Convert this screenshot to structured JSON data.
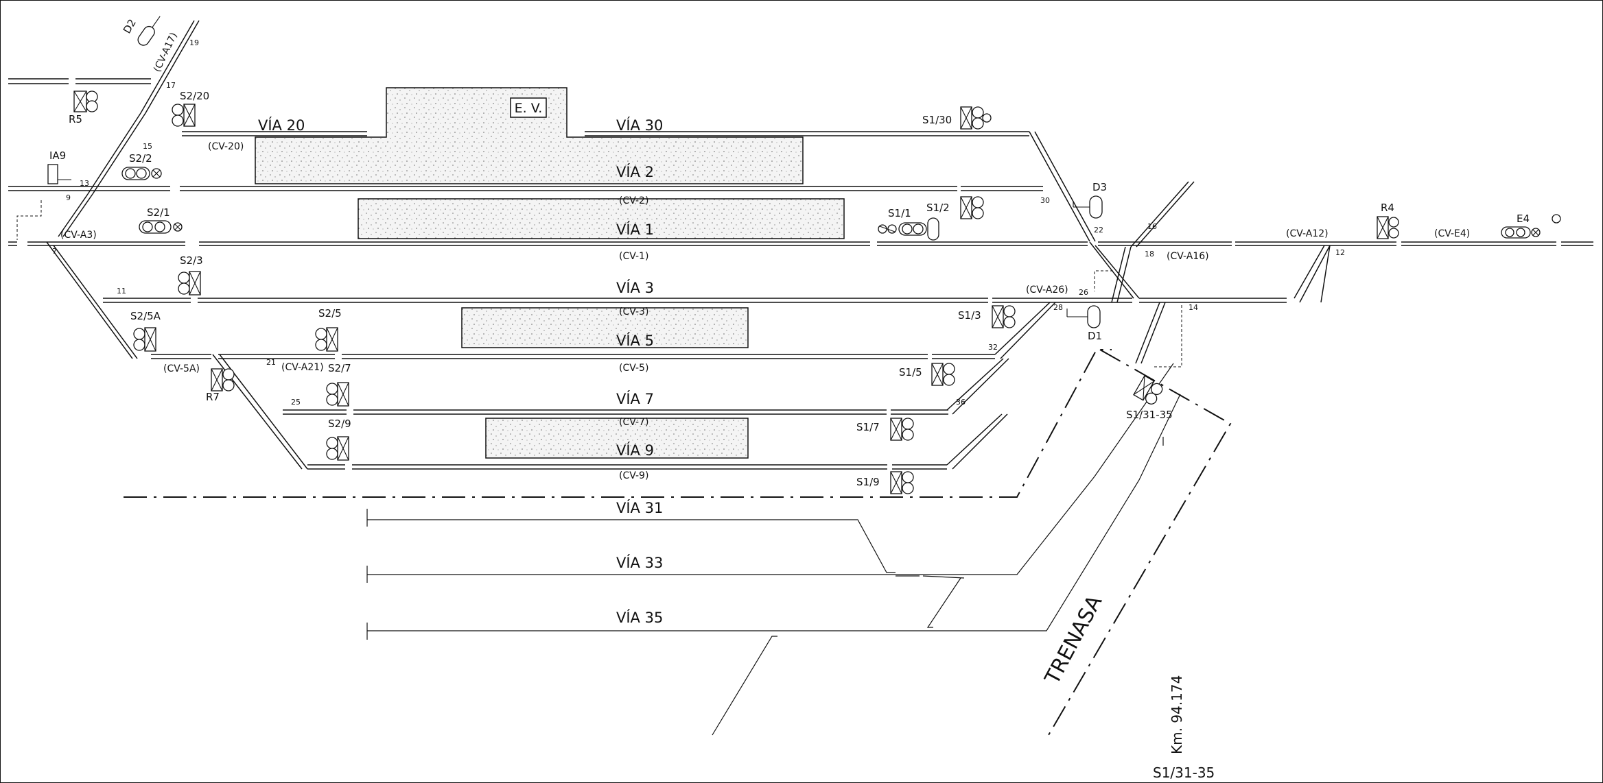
{
  "diagram": {
    "ev_label": "E. V.",
    "vias": {
      "via20": "VÍA 20",
      "via30": "VÍA 30",
      "via2": "VÍA 2",
      "via1": "VÍA 1",
      "via3": "VÍA 3",
      "via5": "VÍA 5",
      "via7": "VÍA 7",
      "via9": "VÍA 9",
      "via31": "VÍA 31",
      "via33": "VÍA 33",
      "via35": "VÍA 35"
    },
    "circuits": {
      "cv20": "(CV-20)",
      "cv2": "(CV-2)",
      "cv1": "(CV-1)",
      "cva3": "(CV-A3)",
      "cv3": "(CV-3)",
      "cv5": "(CV-5)",
      "cv5a": "(CV-5A)",
      "cva21": "(CV-A21)",
      "cv7": "(CV-7)",
      "cv9": "(CV-9)",
      "cva17": "(CV-A17)",
      "cva16": "(CV-A16)",
      "cva12": "(CV-A12)",
      "cve4": "(CV-E4)",
      "cva26": "(CV-A26)"
    },
    "signals": {
      "d2": "D2",
      "r5": "R5",
      "s2_20": "S2/20",
      "s2_2": "S2/2",
      "ia9": "IA9",
      "s2_1": "S2/1",
      "s2_3": "S2/3",
      "s2_5a": "S2/5A",
      "r7": "R7",
      "s2_5": "S2/5",
      "s2_7": "S2/7",
      "s2_9": "S2/9",
      "s1_30": "S1/30",
      "s1_1": "S1/1",
      "s1_2": "S1/2",
      "d3": "D3",
      "r4": "R4",
      "e4": "E4",
      "s1_3": "S1/3",
      "d1": "D1",
      "s1_5": "S1/5",
      "s1_7": "S1/7",
      "s1_9": "S1/9",
      "s1_31_35": "S1/31-35"
    },
    "switches": {
      "n19": "19",
      "n17": "17",
      "n15": "15",
      "n13": "13",
      "n9": "9",
      "n7": "7",
      "n11": "11",
      "n21": "21",
      "n25": "25",
      "n30": "30",
      "n22": "22",
      "n16": "16",
      "n18": "18",
      "n26": "26",
      "n28": "28",
      "n14": "14",
      "n12": "12",
      "n32": "32",
      "n36": "36"
    },
    "trenasa": "TRENASA",
    "km": "Km. 94.174",
    "bottom_ref": "S1/31-35"
  }
}
